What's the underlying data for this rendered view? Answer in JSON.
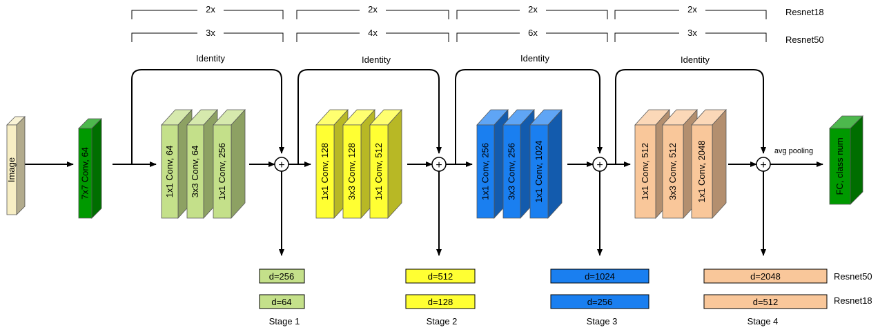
{
  "repeats": {
    "resnet18": [
      "2x",
      "2x",
      "2x",
      "2x"
    ],
    "resnet50": [
      "3x",
      "4x",
      "6x",
      "3x"
    ],
    "row_labels": {
      "resnet18": "Resnet18",
      "resnet50": "Resnet50"
    }
  },
  "identity_label": "Identity",
  "input_block": {
    "label": "Image",
    "color": "#F7EEC4"
  },
  "stem_block": {
    "label": "7x7 Conv, 64",
    "color": "#009900"
  },
  "stages": [
    {
      "name": "Stage 1",
      "color": "#C4E08A",
      "convs": [
        "1x1 Conv, 64",
        "3x3 Conv, 64",
        "1x1 Conv, 256"
      ],
      "dims": {
        "resnet50": "d=256",
        "resnet18": "d=64"
      }
    },
    {
      "name": "Stage 2",
      "color": "#FFFF33",
      "convs": [
        "1x1 Conv, 128",
        "3x3 Conv, 128",
        "1x1 Conv, 512"
      ],
      "dims": {
        "resnet50": "d=512",
        "resnet18": "d=128"
      }
    },
    {
      "name": "Stage 3",
      "color": "#1A7FF0",
      "convs": [
        "1x1 Conv, 256",
        "3x3 Conv, 256",
        "1x1 Conv, 1024"
      ],
      "dims": {
        "resnet50": "d=1024",
        "resnet18": "d=256"
      }
    },
    {
      "name": "Stage 4",
      "color": "#F9C79A",
      "convs": [
        "1x1 Conv, 512",
        "3x3 Conv, 512",
        "1x1 Conv, 2048"
      ],
      "dims": {
        "resnet50": "d=2048",
        "resnet18": "d=512"
      }
    }
  ],
  "pool_label": "avg pooling",
  "head_block": {
    "label": "FC, class num",
    "color": "#009900"
  },
  "dim_row_labels": {
    "resnet50": "Resnet50",
    "resnet18": "Resnet18"
  },
  "add_symbol": "+"
}
